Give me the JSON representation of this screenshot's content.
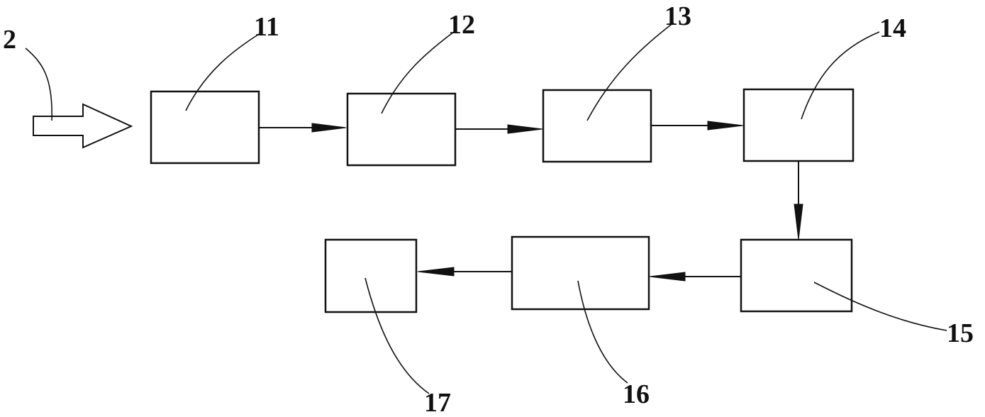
{
  "labels": {
    "input": "2",
    "b11": "11",
    "b12": "12",
    "b13": "13",
    "b14": "14",
    "b15": "15",
    "b16": "16",
    "b17": "17"
  }
}
